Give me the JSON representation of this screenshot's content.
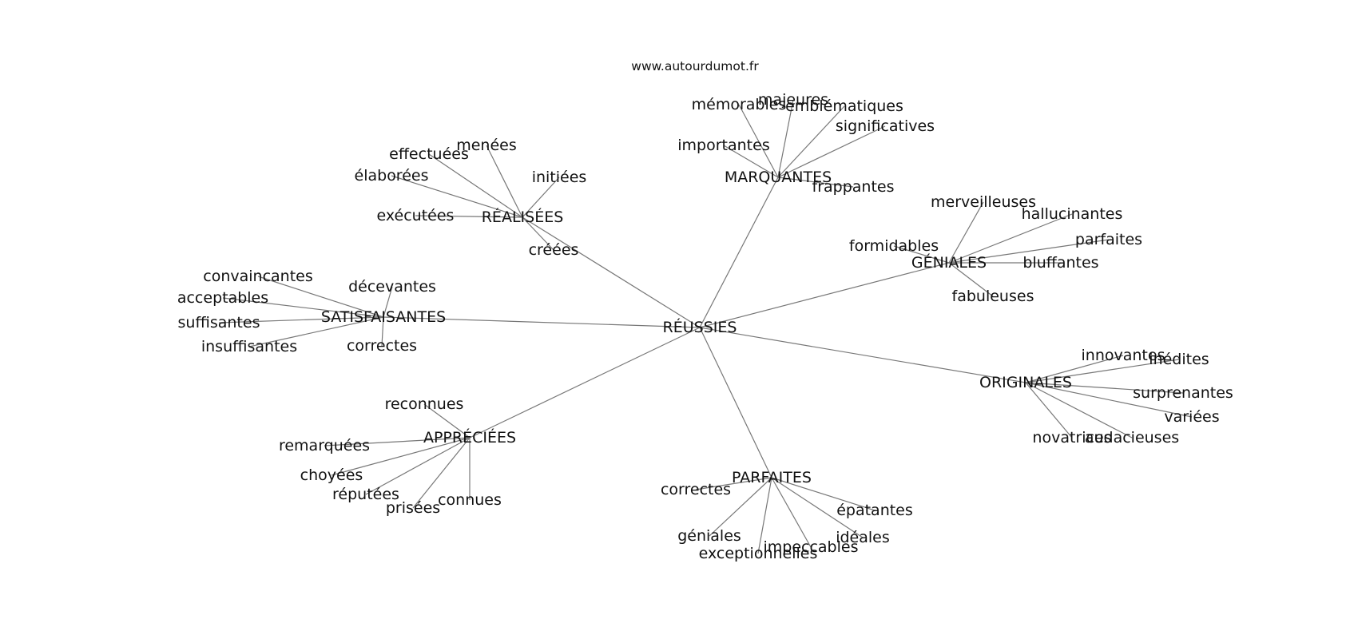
{
  "header": {
    "site": "www.autourdumot.fr"
  },
  "graph": {
    "center": "RÉUSSIES",
    "groups": [
      {
        "label": "RÉALISÉES",
        "leaves": [
          "menées",
          "effectuées",
          "élaborées",
          "exécutées",
          "initiées",
          "créées"
        ]
      },
      {
        "label": "MARQUANTES",
        "leaves": [
          "majeures",
          "mémorables",
          "emblématiques",
          "significatives",
          "importantes",
          "frappantes"
        ]
      },
      {
        "label": "GÉNIALES",
        "leaves": [
          "merveilleuses",
          "hallucinantes",
          "parfaites",
          "formidables",
          "bluffantes",
          "fabuleuses"
        ]
      },
      {
        "label": "SATISFAISANTES",
        "leaves": [
          "convaincantes",
          "décevantes",
          "acceptables",
          "suffisantes",
          "insuffisantes",
          "correctes"
        ]
      },
      {
        "label": "ORIGINALES",
        "leaves": [
          "innovantes",
          "inédites",
          "surprenantes",
          "variées",
          "novatrices",
          "audacieuses"
        ]
      },
      {
        "label": "APPRÉCIÉES",
        "leaves": [
          "reconnues",
          "remarquées",
          "choyées",
          "réputées",
          "prisées",
          "connues"
        ]
      },
      {
        "label": "PARFAITES",
        "leaves": [
          "correctes",
          "épatantes",
          "géniales",
          "idéales",
          "impeccables",
          "exceptionnelles"
        ]
      }
    ]
  }
}
